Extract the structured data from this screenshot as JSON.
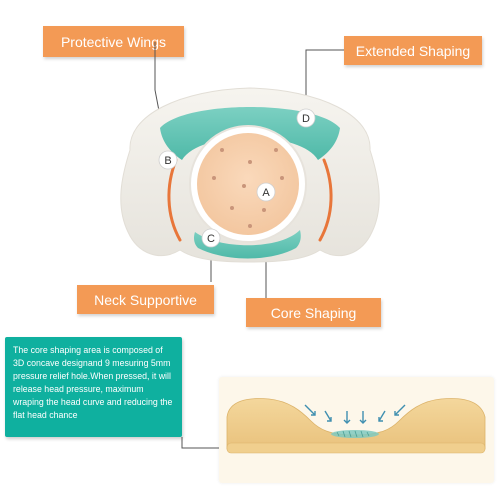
{
  "labels": {
    "protective_wings": "Protective Wings",
    "extended_shaping": "Extended Shaping",
    "neck_supportive": "Neck Supportive",
    "core_shaping": "Core Shaping"
  },
  "markers": {
    "a": "A",
    "b": "B",
    "c": "C",
    "d": "D"
  },
  "description": "The core shaping area is composed of 3D concave designand 9 mesuring 5mm pressure relief hole.When pressed, it will release head pressure, maximum wraping the head curve and reducing the flat head chance",
  "colors": {
    "label_bg": "#f39a55",
    "info_bg": "#0fb09f",
    "pillow_body": "#f2f0ea",
    "teal_ring": "#5ec4b4",
    "core": "#f8d0ad",
    "accent_orange": "#e8763a"
  }
}
